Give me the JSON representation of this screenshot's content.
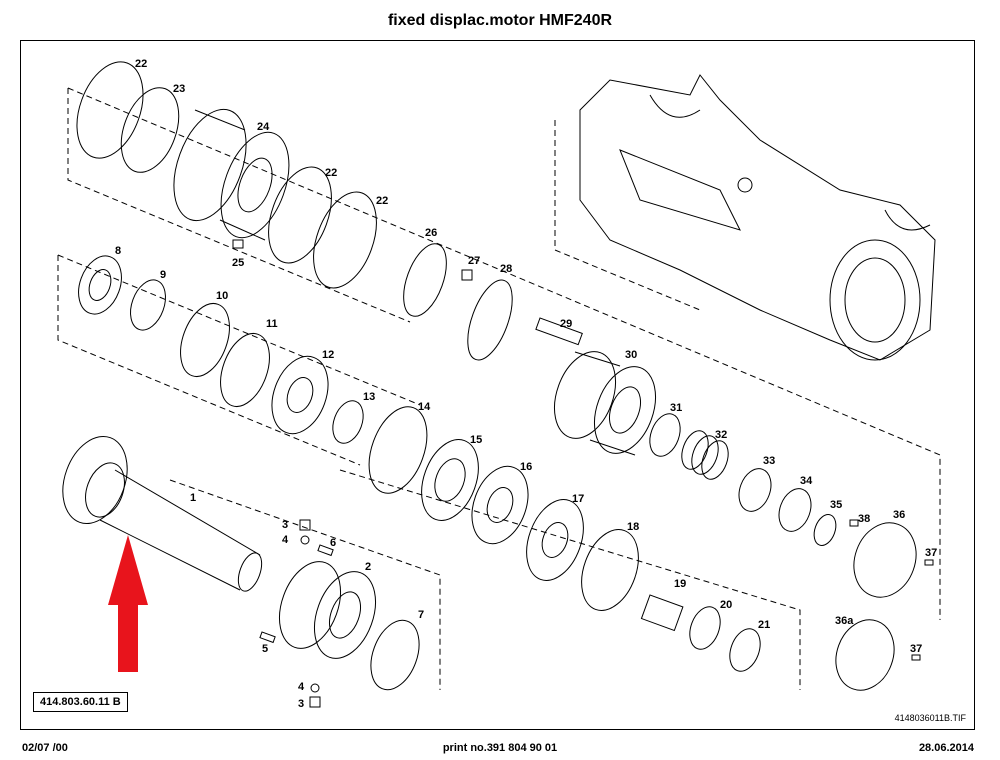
{
  "title": "fixed displac.motor HMF240R",
  "part_number_box": "414.803.60.11 B",
  "file_id": "4148036011B.TIF",
  "footer": {
    "left": "02/07 /00",
    "center": "print no.391 804 90 01",
    "right": "28.06.2014"
  },
  "callouts": [
    "1",
    "2",
    "3",
    "4",
    "5",
    "6",
    "7",
    "8",
    "9",
    "10",
    "11",
    "12",
    "13",
    "14",
    "15",
    "16",
    "17",
    "18",
    "19",
    "20",
    "21",
    "22",
    "22",
    "22",
    "23",
    "24",
    "25",
    "26",
    "27",
    "28",
    "29",
    "30",
    "31",
    "32",
    "33",
    "34",
    "35",
    "36",
    "36a",
    "37",
    "37",
    "38",
    "3",
    "4"
  ],
  "colors": {
    "arrow": "#e8141c",
    "line": "#000000"
  }
}
